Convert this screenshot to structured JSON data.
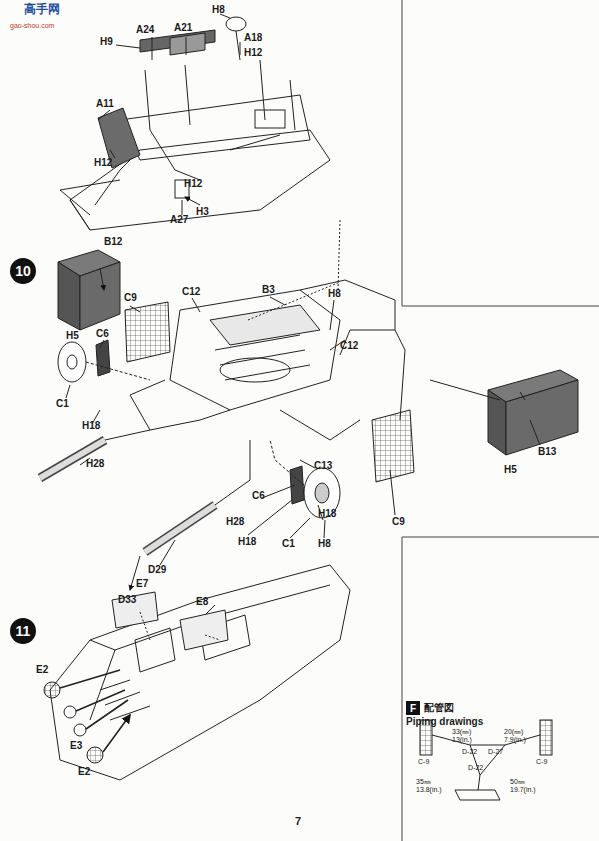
{
  "diagram": {
    "nodes": [
      {
        "text": [
          "10"
        ]
      },
      {
        "text": [
          "11"
        ]
      },
      {
        "text": [
          "F"
        ]
      }
    ],
    "labels": [
      "高手网",
      "gao-shou.com",
      "H8",
      "A24",
      "A21",
      "A18",
      "H9",
      "H12",
      "A11",
      "H12",
      "H12",
      "A27",
      "H3",
      "B12",
      "H5",
      "C9",
      "C12",
      "B3",
      "H8",
      "C12",
      "C6",
      "C1",
      "H18",
      "H28",
      "C13",
      "C6",
      "C1",
      "H18",
      "H8",
      "H18",
      "H28",
      "D29",
      "D33",
      "C9",
      "B13",
      "H5",
      "E7",
      "E8",
      "E2",
      "E3",
      "E2",
      "配管図",
      "Piping drawings",
      "33(㎜)",
      "13(in.)",
      "20(㎜)",
      "7.9(in.)",
      "C-9",
      "D-22",
      "D-27",
      "C-9",
      "35㎜",
      "13.8(in.)",
      "D-22",
      "50㎜",
      "19.7(in.)",
      "7"
    ]
  }
}
